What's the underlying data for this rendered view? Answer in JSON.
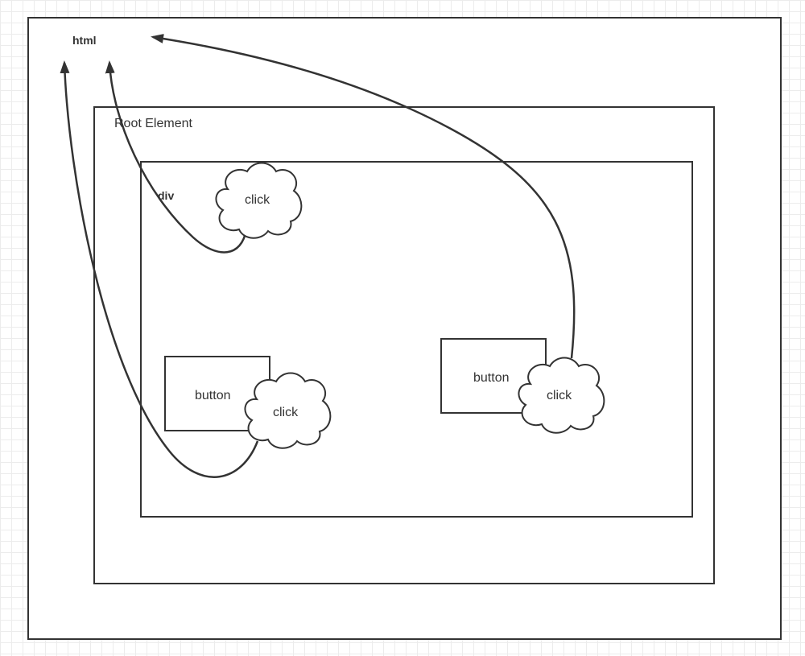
{
  "diagram": {
    "html_label": "html",
    "root_label": "Root Element",
    "div_label": "div",
    "buttons": [
      {
        "label": "button",
        "event": "click"
      },
      {
        "label": "button",
        "event": "click"
      }
    ],
    "div_event": "click"
  },
  "colors": {
    "stroke": "#333333",
    "grid": "#e6e6e6",
    "fill": "#ffffff"
  }
}
